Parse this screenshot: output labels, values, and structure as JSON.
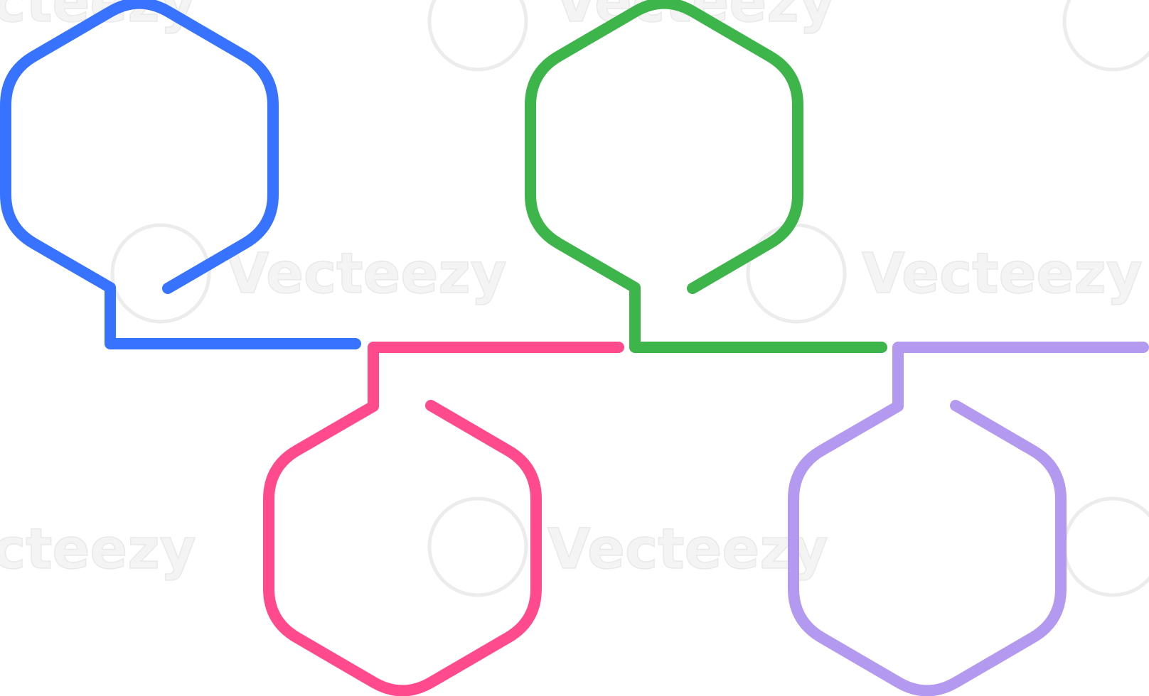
{
  "watermark": {
    "text": "Vecteezy",
    "partial_text": "cteezy"
  },
  "colors": {
    "blue": "#3873FF",
    "pink": "#FF4A8D",
    "green": "#3DB54A",
    "purple": "#B39AF0",
    "watermark": "#ececec"
  },
  "shapes": [
    {
      "name": "hexagon-step-1",
      "color_key": "blue",
      "position": "top"
    },
    {
      "name": "hexagon-step-2",
      "color_key": "pink",
      "position": "bottom"
    },
    {
      "name": "hexagon-step-3",
      "color_key": "green",
      "position": "top"
    },
    {
      "name": "hexagon-step-4",
      "color_key": "purple",
      "position": "bottom"
    }
  ]
}
